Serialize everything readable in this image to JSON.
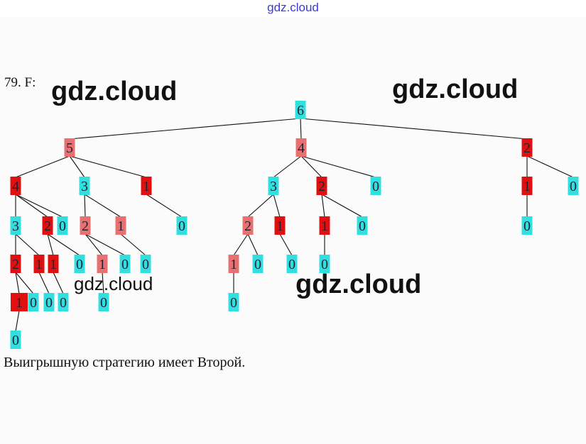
{
  "header": {
    "site": "gdz.cloud"
  },
  "problem_label": "79. F:",
  "answer": "Выигрышную стратегию имеет Второй.",
  "watermarks": [
    "gdz.cloud",
    "gdz.cloud",
    "gdz.cloud",
    "gdz.cloud"
  ],
  "colors": {
    "win": "#e01010",
    "win_light": "#e87070",
    "lose": "#30e0e0",
    "edge": "#111111"
  },
  "tree": {
    "nodes": [
      {
        "id": "r",
        "label": "6",
        "state": "lose"
      },
      {
        "id": "a",
        "label": "5",
        "state": "win_light"
      },
      {
        "id": "b",
        "label": "4",
        "state": "win_light"
      },
      {
        "id": "c",
        "label": "2",
        "state": "win"
      },
      {
        "id": "a1",
        "label": "4",
        "state": "win"
      },
      {
        "id": "a2",
        "label": "3",
        "state": "lose"
      },
      {
        "id": "a3",
        "label": "1",
        "state": "win"
      },
      {
        "id": "b1",
        "label": "3",
        "state": "lose"
      },
      {
        "id": "b2",
        "label": "2",
        "state": "win"
      },
      {
        "id": "b3",
        "label": "0",
        "state": "lose"
      },
      {
        "id": "c1",
        "label": "1",
        "state": "win"
      },
      {
        "id": "c2",
        "label": "0",
        "state": "lose"
      },
      {
        "id": "a11",
        "label": "3",
        "state": "lose"
      },
      {
        "id": "a12",
        "label": "2",
        "state": "win"
      },
      {
        "id": "a13",
        "label": "0",
        "state": "lose"
      },
      {
        "id": "a21",
        "label": "2",
        "state": "win_light"
      },
      {
        "id": "a22",
        "label": "1",
        "state": "win_light"
      },
      {
        "id": "a31",
        "label": "0",
        "state": "lose"
      },
      {
        "id": "b11",
        "label": "2",
        "state": "win_light"
      },
      {
        "id": "b12",
        "label": "1",
        "state": "win"
      },
      {
        "id": "b21",
        "label": "1",
        "state": "win"
      },
      {
        "id": "b22",
        "label": "0",
        "state": "lose"
      },
      {
        "id": "c11",
        "label": "0",
        "state": "lose"
      },
      {
        "id": "a111",
        "label": "2",
        "state": "win"
      },
      {
        "id": "a112",
        "label": "1",
        "state": "win"
      },
      {
        "id": "a121",
        "label": "1",
        "state": "win"
      },
      {
        "id": "a122",
        "label": "0",
        "state": "lose"
      },
      {
        "id": "a211",
        "label": "1",
        "state": "win_light"
      },
      {
        "id": "a212",
        "label": "0",
        "state": "lose"
      },
      {
        "id": "a221",
        "label": "0",
        "state": "lose"
      },
      {
        "id": "b111",
        "label": "1",
        "state": "win_light"
      },
      {
        "id": "b112",
        "label": "0",
        "state": "lose"
      },
      {
        "id": "b121",
        "label": "0",
        "state": "lose"
      },
      {
        "id": "b211",
        "label": "0",
        "state": "lose"
      },
      {
        "id": "a1111",
        "label": "1",
        "state": "win"
      },
      {
        "id": "a1112",
        "label": "0",
        "state": "lose"
      },
      {
        "id": "a1121",
        "label": "0",
        "state": "lose"
      },
      {
        "id": "a1211",
        "label": "0",
        "state": "lose"
      },
      {
        "id": "a2111",
        "label": "0",
        "state": "lose"
      },
      {
        "id": "b1111",
        "label": "0",
        "state": "lose"
      },
      {
        "id": "a11111",
        "label": "0",
        "state": "lose"
      }
    ],
    "edges": [
      [
        "r",
        "a"
      ],
      [
        "r",
        "b"
      ],
      [
        "r",
        "c"
      ],
      [
        "a",
        "a1"
      ],
      [
        "a",
        "a2"
      ],
      [
        "a",
        "a3"
      ],
      [
        "b",
        "b1"
      ],
      [
        "b",
        "b2"
      ],
      [
        "b",
        "b3"
      ],
      [
        "c",
        "c1"
      ],
      [
        "c",
        "c2"
      ],
      [
        "a1",
        "a11"
      ],
      [
        "a1",
        "a12"
      ],
      [
        "a1",
        "a13"
      ],
      [
        "a2",
        "a21"
      ],
      [
        "a2",
        "a22"
      ],
      [
        "a3",
        "a31"
      ],
      [
        "b1",
        "b11"
      ],
      [
        "b1",
        "b12"
      ],
      [
        "b2",
        "b21"
      ],
      [
        "b2",
        "b22"
      ],
      [
        "c1",
        "c11"
      ],
      [
        "a11",
        "a111"
      ],
      [
        "a11",
        "a112"
      ],
      [
        "a12",
        "a121"
      ],
      [
        "a12",
        "a122"
      ],
      [
        "a21",
        "a211"
      ],
      [
        "a21",
        "a212"
      ],
      [
        "a22",
        "a221"
      ],
      [
        "b11",
        "b111"
      ],
      [
        "b11",
        "b112"
      ],
      [
        "b12",
        "b121"
      ],
      [
        "b21",
        "b211"
      ],
      [
        "a111",
        "a1111"
      ],
      [
        "a111",
        "a1112"
      ],
      [
        "a112",
        "a1121"
      ],
      [
        "a121",
        "a1211"
      ],
      [
        "a211",
        "a2111"
      ],
      [
        "b111",
        "b1111"
      ],
      [
        "a1111",
        "a11111"
      ]
    ]
  }
}
